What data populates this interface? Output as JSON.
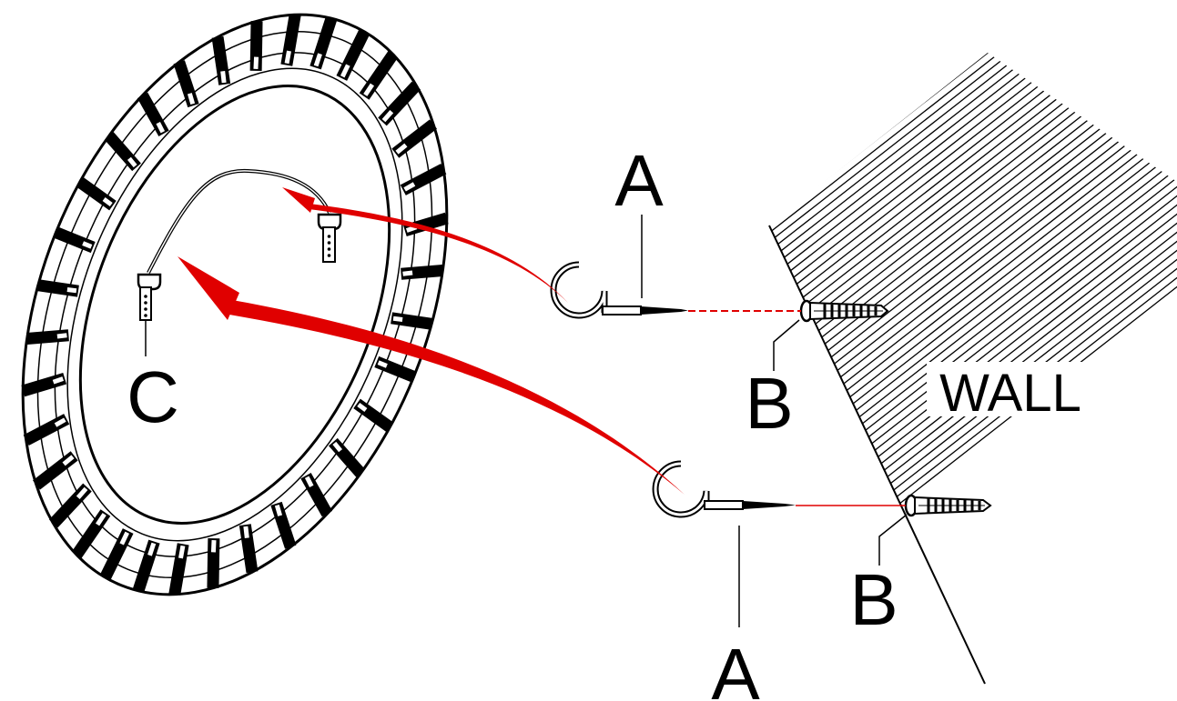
{
  "labels": {
    "hook_upper": "A",
    "hook_lower": "A",
    "anchor_upper": "B",
    "anchor_lower": "B",
    "hanger": "C",
    "wall": "WALL"
  },
  "colors": {
    "line": "#000000",
    "arrow": "#e00000",
    "background": "#ffffff"
  },
  "parts": {
    "frame": "round-mirror-frame",
    "hook": "screw-hook",
    "anchor": "wall-plug",
    "bracket": "d-ring-hanger",
    "wire": "hanging-wire"
  }
}
